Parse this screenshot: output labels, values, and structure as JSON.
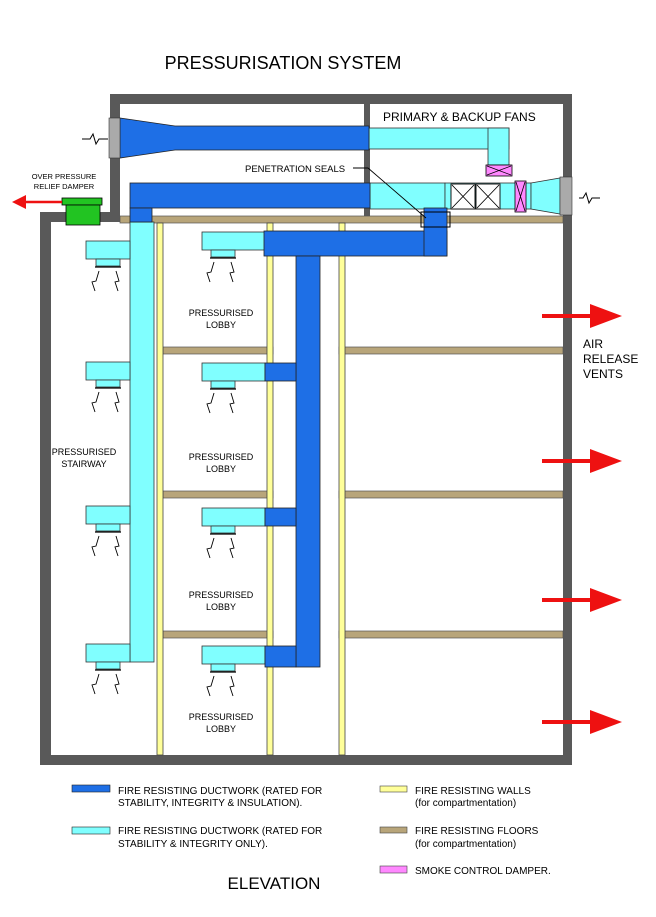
{
  "title": "PRESSURISATION SYSTEM",
  "subtitle": "ELEVATION",
  "labels": {
    "fans": "PRIMARY & BACKUP FANS",
    "penetration_seals": "PENETRATION SEALS",
    "relief_damper": [
      "OVER PRESSURE",
      "RELIEF DAMPER"
    ],
    "stairway": [
      "PRESSURISED",
      "STAIRWAY"
    ],
    "lobby": [
      "PRESSURISED",
      "LOBBY"
    ],
    "air_release": [
      "AIR",
      "RELEASE",
      "VENTS"
    ]
  },
  "legend": [
    {
      "key": "duct_dark",
      "lines": [
        "FIRE RESISTING DUCTWORK (RATED FOR",
        "STABILITY, INTEGRITY & INSULATION)."
      ]
    },
    {
      "key": "duct_light",
      "lines": [
        "FIRE RESISTING DUCTWORK (RATED FOR",
        "STABILITY & INTEGRITY ONLY)."
      ]
    },
    {
      "key": "walls",
      "lines": [
        "FIRE RESISTING WALLS",
        "(for compartmentation)"
      ]
    },
    {
      "key": "floors",
      "lines": [
        "FIRE RESISTING FLOORS",
        "(for compartmentation)"
      ]
    },
    {
      "key": "damper",
      "lines": [
        "SMOKE CONTROL DAMPER."
      ]
    }
  ],
  "colors": {
    "duct_dark": "#1E6FE6",
    "duct_light": "#80FFFF",
    "walls": "#FFFF99",
    "floors": "#B8A57A",
    "damper": "#FF88FF",
    "building": "#595959",
    "relief": "#22C422",
    "arrow": "#EE1111"
  }
}
